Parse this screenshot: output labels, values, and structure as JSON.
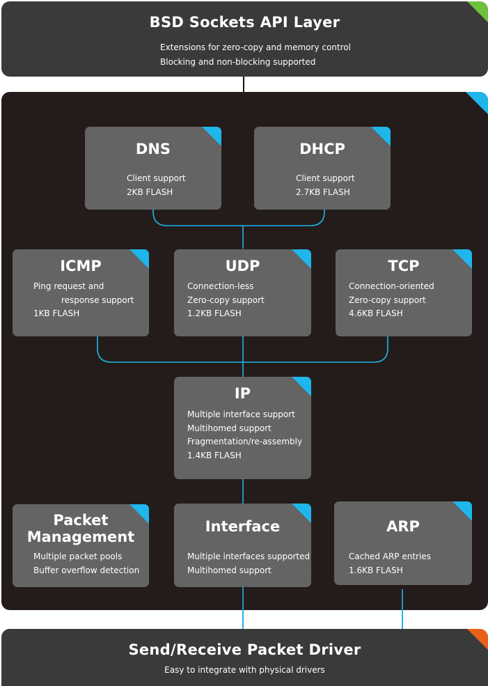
{
  "top": {
    "title": "BSD Sockets API Layer",
    "lines": [
      "Extensions for zero-copy and memory control",
      "Blocking and non-blocking supported"
    ]
  },
  "modules": {
    "dns": {
      "title": "DNS",
      "lines": [
        "Client support",
        "2KB FLASH"
      ]
    },
    "dhcp": {
      "title": "DHCP",
      "lines": [
        "Client support",
        "2.7KB FLASH"
      ]
    },
    "icmp": {
      "title": "ICMP",
      "lines": [
        "Ping request and",
        "response support",
        "1KB FLASH"
      ]
    },
    "udp": {
      "title": "UDP",
      "lines": [
        "Connection-less",
        "Zero-copy support",
        "1.2KB FLASH"
      ]
    },
    "tcp": {
      "title": "TCP",
      "lines": [
        "Connection-oriented",
        "Zero-copy support",
        "4.6KB FLASH"
      ]
    },
    "ip": {
      "title": "IP",
      "lines": [
        "Multiple interface support",
        "Multihomed support",
        "Fragmentation/re-assembly",
        "1.4KB FLASH"
      ]
    },
    "packet": {
      "title_line1": "Packet",
      "title_line2": "Management",
      "lines": [
        "Multiple packet pools",
        "Buffer overflow detection"
      ]
    },
    "interface": {
      "title": "Interface",
      "lines": [
        "Multiple interfaces supported",
        "Multihomed support"
      ]
    },
    "arp": {
      "title": "ARP",
      "lines": [
        "Cached ARP entries",
        "1.6KB FLASH"
      ]
    }
  },
  "bottom": {
    "title": "Send/Receive Packet Driver",
    "lines": [
      "Easy to integrate with physical drivers"
    ]
  },
  "colors": {
    "accent_blue": "#1fb6ec",
    "accent_green": "#6cc23a",
    "accent_orange": "#e8611a",
    "box": "#646464",
    "bar": "#3a3a3a",
    "stack_bg": "#231c1a"
  }
}
